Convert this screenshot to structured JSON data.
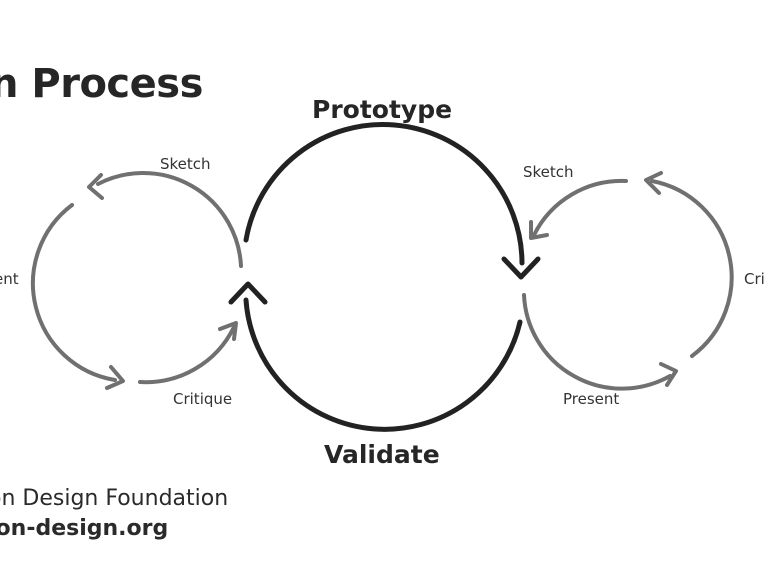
{
  "title": "n Process",
  "main_loop": {
    "top_label": "Prototype",
    "bottom_label": "Validate",
    "stroke_color": "#222222"
  },
  "left_loop": {
    "top_label": "Sketch",
    "bottom_label": "Critique",
    "side_label": "ent",
    "stroke_color": "#707070"
  },
  "right_loop": {
    "top_label": "Sketch",
    "bottom_label": "Present",
    "side_label": "Cri",
    "stroke_color": "#707070"
  },
  "footer": {
    "organization": "on Design Foundation",
    "url": "ion-design.org"
  }
}
